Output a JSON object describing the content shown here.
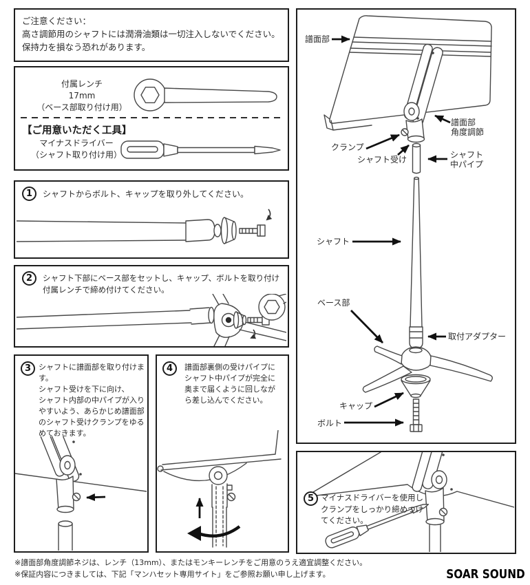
{
  "notice": {
    "title": "ご注意ください：",
    "body": "高さ調節用のシャフトには潤滑油類は一切注入しないでください。\n保持力を損なう恐れがあります。"
  },
  "tools": {
    "included": {
      "name": "付属レンチ\n17mm\n（ベース部取り付け用）",
      "icon": "box-wrench"
    },
    "prepare_heading": "【ご用意いただく工具】",
    "prepare": {
      "name": "マイナスドライバー\n（シャフト取り付け用）",
      "icon": "flathead-screwdriver"
    }
  },
  "steps": {
    "step1": {
      "num": "1",
      "text": "シャフトからボルト、キャップを取り外してください。"
    },
    "step2": {
      "num": "2",
      "text": "シャフト下部にベース部をセットし、キャップ、ボルトを取り付け\n付属レンチで締め付けてください。"
    },
    "step3": {
      "num": "3",
      "text": "シャフトに譜面部を取り付けま\nす。\nシャフト受けを下に向け、\nシャフト内部の中パイプが入り\nやすいよう、あらかじめ譜面部\nのシャフト受けクランプをゆる\nめておきます。"
    },
    "step4": {
      "num": "4",
      "text": "譜面部裏側の受けパイプに\nシャフト中パイプが完全に\n奥まで届くように回しなが\nら差し込んでください。"
    },
    "step5": {
      "num": "5",
      "text": "マイナスドライバーを使用し\nクランプをしっかり締めつけ\nてください。"
    }
  },
  "diagram": {
    "labels": {
      "desk": "譜面部",
      "angle_adjust": "譜面部\n角度調節",
      "clamp": "クランプ",
      "shaft_receiver": "シャフト受け",
      "mid_pipe": "シャフト\n中パイプ",
      "shaft": "シャフト",
      "base": "ベース部",
      "adapter": "取付アダプター",
      "cap": "キャップ",
      "bolt": "ボルト"
    }
  },
  "footnotes": {
    "line1": "※譜面部角度調節ネジは、レンチ（13mm）、またはモンキーレンチをご用意のうえ適宜調整ください。",
    "line2": "※保証内容につきましては、下記「マンハセット専用サイト」をご参照お願い申し上げます。"
  },
  "brand": "SOAR SOUND",
  "colors": {
    "ink": "#1d1d1d",
    "line": "#474747"
  }
}
